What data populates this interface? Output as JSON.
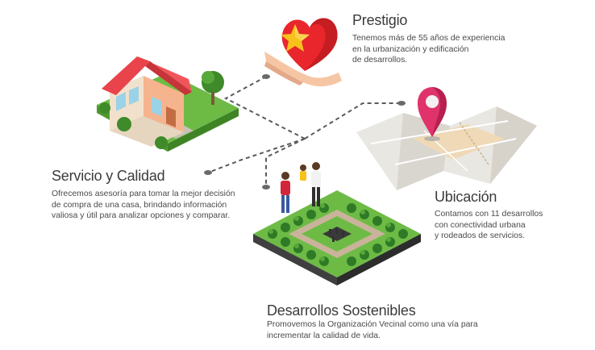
{
  "colors": {
    "heading": "#3b3b3b",
    "body": "#4a4a4a",
    "connector": "#5a5a5a",
    "accent_red": "#e8262b",
    "accent_pin": "#e0336b",
    "grass": "#6dbb45",
    "star": "#f7c21b"
  },
  "features": {
    "prestigio": {
      "icon": "heart-hand-icon",
      "title": "Prestigio",
      "lines": [
        "Tenemos más de 55 años de experiencia",
        "en la urbanización y edificación",
        "de desarrollos."
      ]
    },
    "servicio": {
      "icon": "house-icon",
      "title": "Servicio y Calidad",
      "lines": [
        "Ofrecemos asesoría para tomar la mejor decisión",
        "de compra de una casa, brindando información",
        "valiosa y útil para analizar opciones y comparar."
      ]
    },
    "ubicacion": {
      "icon": "map-pin-icon",
      "title": "Ubicación",
      "lines": [
        "Contamos con 11 desarrollos",
        "con conectividad urbana",
        "y rodeados de servicios."
      ]
    },
    "sostenibles": {
      "icon": "park-community-icon",
      "title": "Desarrollos Sostenibles",
      "lines": [
        "Promovemos la Organización Vecinal como una vía para",
        "incrementar la calidad de vida."
      ]
    }
  }
}
